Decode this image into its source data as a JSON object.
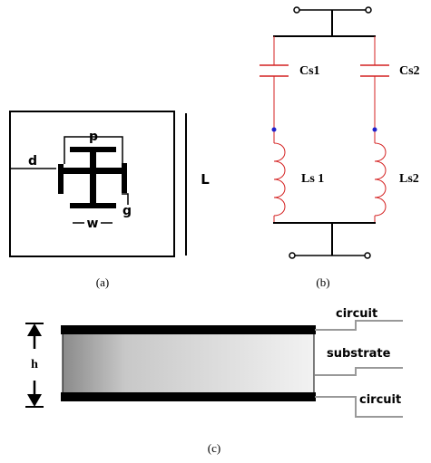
{
  "panel_a": {
    "caption": "(a)",
    "labels": {
      "p": "p",
      "d": "d",
      "g": "g",
      "w": "w",
      "L": "L"
    }
  },
  "panel_b": {
    "caption": "(b)",
    "labels": {
      "cs1": "Cs1",
      "cs2": "Cs2",
      "ls1": "Ls 1",
      "ls2": "Ls2"
    },
    "colors": {
      "component": "#d42020",
      "node": "#2020cc"
    }
  },
  "panel_c": {
    "caption": "(c)",
    "labels": {
      "h": "h",
      "circuit_top": "circuit",
      "substrate": "substrate",
      "circuit_bottom": "circuit"
    }
  }
}
